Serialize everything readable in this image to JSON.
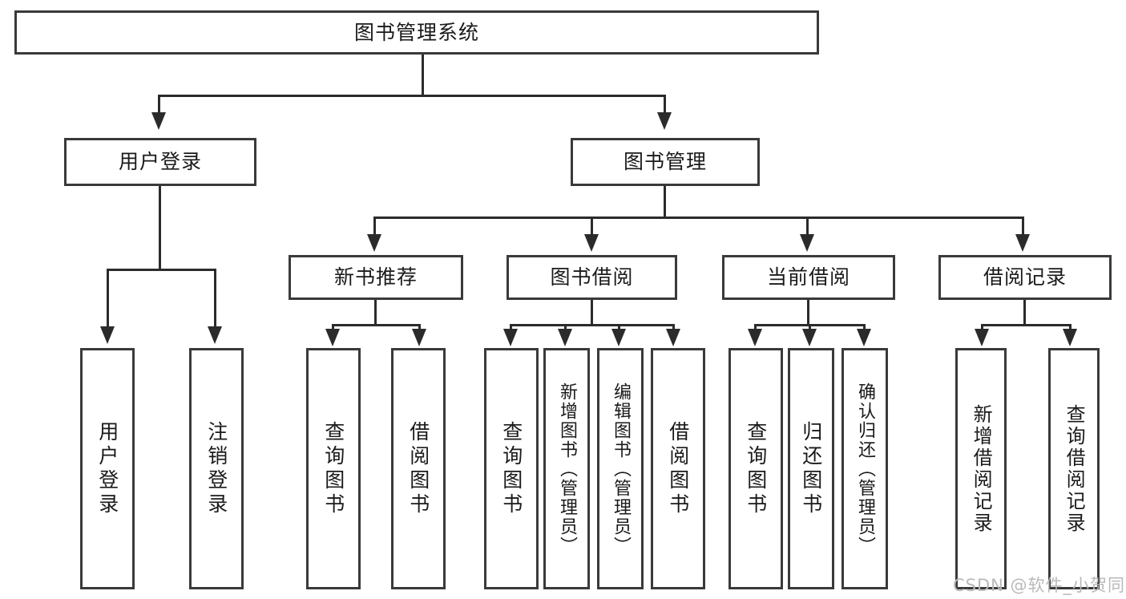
{
  "diagram": {
    "title_node": {
      "label": "图书管理系统"
    },
    "level2": [
      {
        "label": "用户登录"
      },
      {
        "label": "图书管理"
      }
    ],
    "level3": [
      {
        "label": "新书推荐"
      },
      {
        "label": "图书借阅"
      },
      {
        "label": "当前借阅"
      },
      {
        "label": "借阅记录"
      }
    ],
    "leaves": {
      "user_login": [
        {
          "label": "用户登录"
        },
        {
          "label": "注销登录"
        }
      ],
      "new_book_recommend": [
        {
          "label": "查询图书"
        },
        {
          "label": "借阅图书"
        }
      ],
      "book_borrow": [
        {
          "label": "查询图书"
        },
        {
          "label": "新增图书（管理员）"
        },
        {
          "label": "编辑图书（管理员）"
        },
        {
          "label": "借阅图书"
        }
      ],
      "current_borrow": [
        {
          "label": "查询图书"
        },
        {
          "label": "归还图书"
        },
        {
          "label": "确认归还（管理员）"
        }
      ],
      "borrow_record": [
        {
          "label": "新增借阅记录"
        },
        {
          "label": "查询借阅记录"
        }
      ]
    }
  },
  "watermark": {
    "text": "CSDN @软件_小贺同学"
  },
  "colors": {
    "border": "#3a3a3a",
    "line": "#2b2b2b",
    "background": "#ffffff",
    "text": "#1a1a1a",
    "watermark": "#b9b9b9"
  }
}
